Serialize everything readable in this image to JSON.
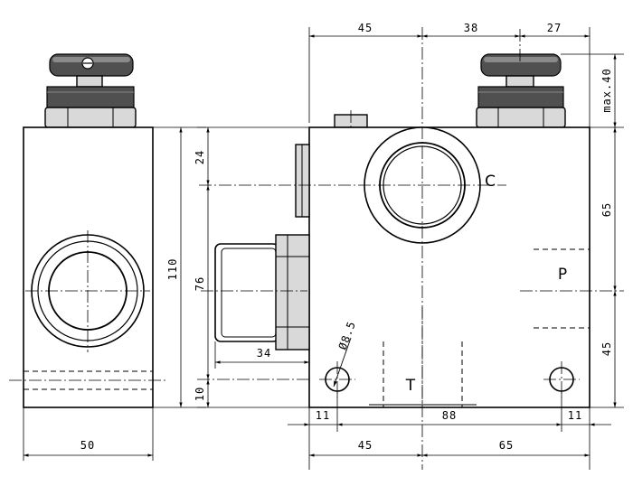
{
  "ports": {
    "c": "C",
    "p": "P",
    "t": "T"
  },
  "dims": {
    "top_45": "45",
    "top_38": "38",
    "top_27": "27",
    "max_40": "max.40",
    "left_24": "24",
    "left_76": "76",
    "left_10": "10",
    "right_65": "65",
    "right_45": "45",
    "side_110": "110",
    "side_50": "50",
    "len_34": "34",
    "hole_dia": "Ø8.5",
    "bot_11_left": "11",
    "bot_88": "88",
    "bot_11_right": "11",
    "bot_45": "45",
    "bot_65": "65"
  }
}
